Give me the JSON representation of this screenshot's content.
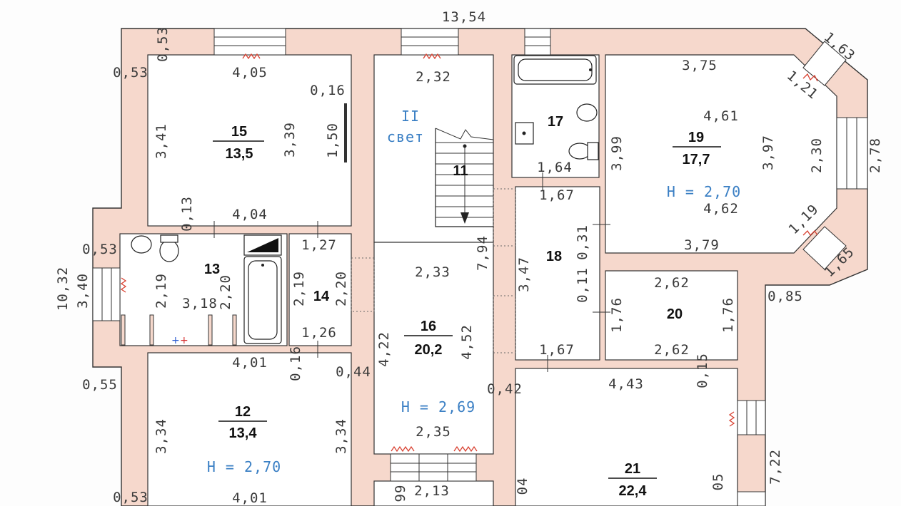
{
  "rooms": [
    {
      "num": "15",
      "area": "13,5"
    },
    {
      "num": "11"
    },
    {
      "num": "17"
    },
    {
      "num": "19",
      "area": "17,7"
    },
    {
      "num": "13"
    },
    {
      "num": "14"
    },
    {
      "num": "16",
      "area": "20,2"
    },
    {
      "num": "18"
    },
    {
      "num": "20"
    },
    {
      "num": "12",
      "area": "13,4"
    },
    {
      "num": "21",
      "area": "22,4"
    }
  ],
  "heights": [
    "H = 2,70",
    "H = 2,69",
    "H = 2,70"
  ],
  "labels": {
    "stair_roman": "II",
    "stair_word": "свет"
  },
  "dimensions": {
    "horizontal": [
      "13,54",
      "4,05",
      "0,16",
      "2,32",
      "3,75",
      "4,61",
      "1,64",
      "1,67",
      "4,62",
      "3,79",
      "4,04",
      "1,27",
      "2,33",
      "3,18",
      "1,26",
      "2,62",
      "2,62",
      "1,67",
      "4,01",
      "4,43",
      "2,35",
      "4,01",
      "2,13"
    ],
    "vertical": [
      "0,53",
      "3,41",
      "3,39",
      "1,50",
      "3,99",
      "3,97",
      "2,30",
      "2,78",
      "0,13",
      "0,31",
      "7,94",
      "3,47",
      "2,19",
      "2,20",
      "2,19",
      "2,20",
      "0,11",
      "1,76",
      "1,76",
      "10,32",
      "3,40",
      "0,16",
      "4,22",
      "4,52",
      "0,15",
      "3,34",
      "3,34",
      "7,22",
      "04",
      "05",
      "99"
    ],
    "diagonal": [
      "1,63",
      "1,21",
      "1,19",
      "1,65"
    ],
    "free": [
      "0,53",
      "0,53",
      "0,85",
      "0,55",
      "0,44",
      "0,42",
      "0,53"
    ]
  }
}
